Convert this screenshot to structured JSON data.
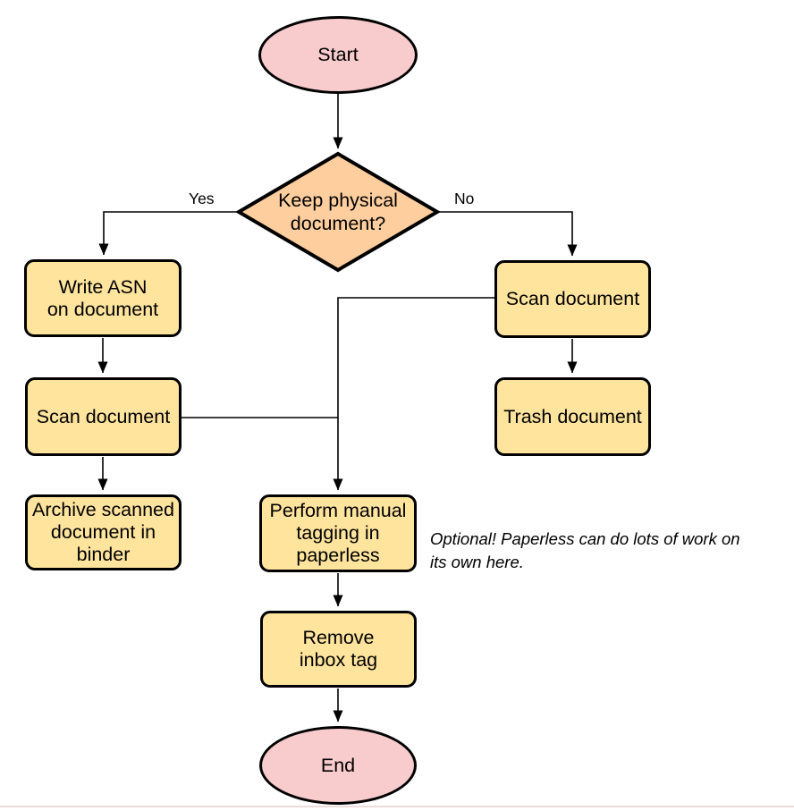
{
  "diagram": {
    "type": "flowchart",
    "colors": {
      "terminal_fill": "#f8cbcc",
      "decision_fill": "#ffce9e",
      "process_fill": "#ffe49e",
      "stroke": "#000000",
      "page_edge": "#ecdcdc"
    },
    "nodes": {
      "start": {
        "type": "terminator",
        "label": "Start"
      },
      "decision": {
        "type": "decision",
        "label": "Keep physical\ndocument?"
      },
      "write_asn": {
        "type": "process",
        "label": "Write ASN\non document"
      },
      "scan_left": {
        "type": "process",
        "label": "Scan document"
      },
      "archive": {
        "type": "process",
        "label": "Archive scanned\ndocument in\nbinder"
      },
      "scan_right": {
        "type": "process",
        "label": "Scan document"
      },
      "trash": {
        "type": "process",
        "label": "Trash document"
      },
      "tagging": {
        "type": "process",
        "label": "Perform manual\ntagging in\npaperless"
      },
      "remove_inbox": {
        "type": "process",
        "label": "Remove\ninbox tag"
      },
      "end": {
        "type": "terminator",
        "label": "End"
      }
    },
    "edge_labels": {
      "yes": "Yes",
      "no": "No"
    },
    "note": {
      "text": "Optional! Paperless can do lots of work on\nits own here."
    }
  }
}
